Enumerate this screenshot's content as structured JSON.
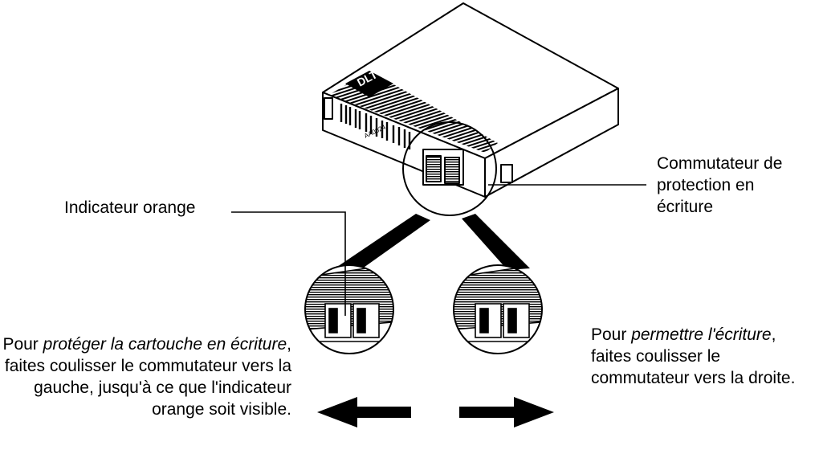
{
  "labels": {
    "write_protect_switch": [
      "Commutateur de",
      "protection en",
      "écriture"
    ],
    "orange_indicator": "Indicateur orange"
  },
  "captions": {
    "left": {
      "prefix": "Pour ",
      "emphasis": "protéger la cartouche en écriture",
      "rest": ", faites coulisser le commutateur vers la gauche, jusqu'à ce que l'indicateur orange soit visible."
    },
    "right": {
      "prefix": "Pour ",
      "emphasis": "permettre l'écriture",
      "rest": ", faites coulisser le commutateur vers la droite."
    }
  },
  "cartridge": {
    "logo_text": "DLT",
    "serial_label": "AA0024"
  },
  "arrows": {
    "left": "left-arrow-icon",
    "right": "right-arrow-icon"
  }
}
